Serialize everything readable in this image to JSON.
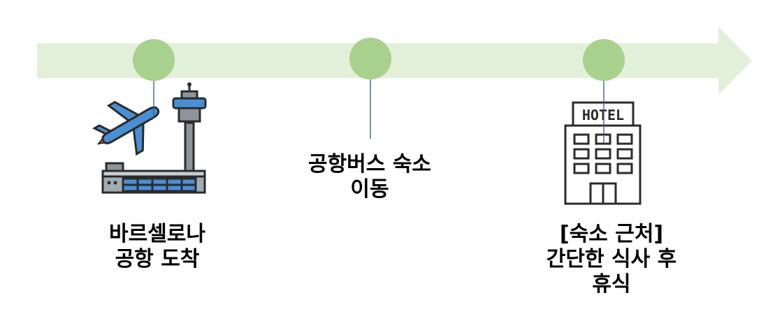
{
  "colors": {
    "arrow": "#e2f0d9",
    "marker": "#a9d18e",
    "connector": "#2f5597",
    "icon_blue": "#4a8fd4",
    "icon_gray": "#8c959c",
    "icon_dark": "#2b2b2b",
    "icon_red": "#e34b4b"
  },
  "events": [
    {
      "icon": "airport-icon",
      "lines": [
        "바르셀로나",
        "공항 도착"
      ]
    },
    {
      "icon": "",
      "lines": [
        "공항버스 숙소",
        "이동"
      ]
    },
    {
      "icon": "hotel-icon",
      "sign": "HOTEL",
      "lines": [
        "[숙소 근처]",
        "간단한 식사 후",
        "휴식"
      ]
    }
  ]
}
